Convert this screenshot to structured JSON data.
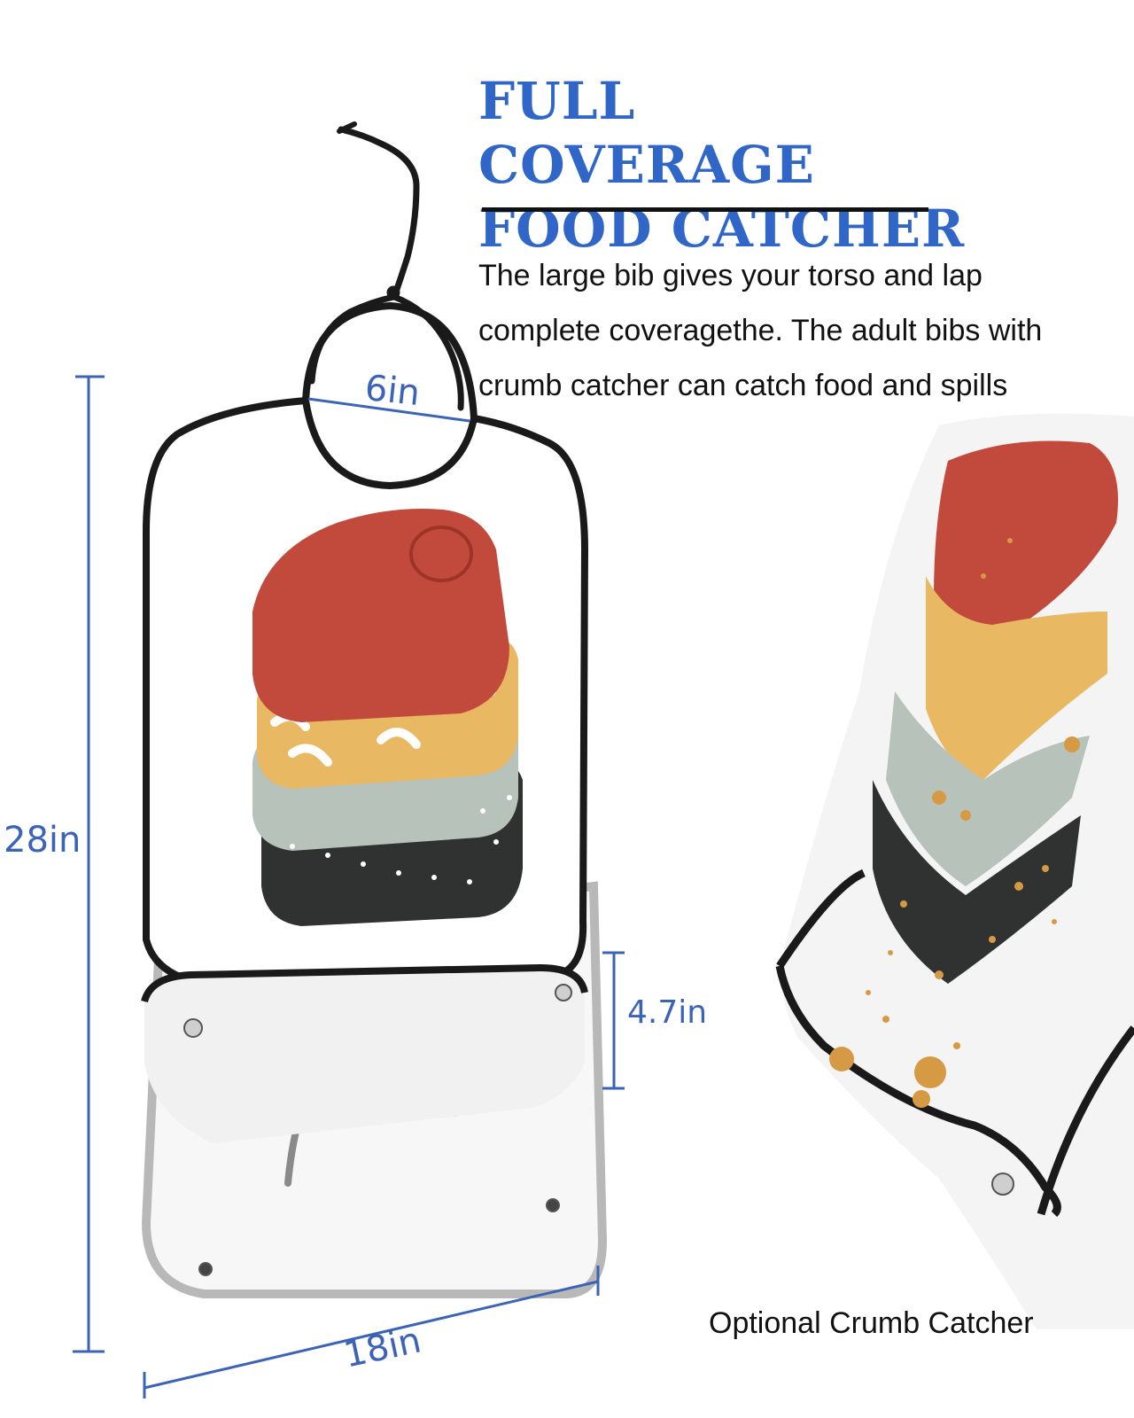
{
  "heading": {
    "line1": "FULL COVERAGE",
    "line2": "FOOD CATCHER"
  },
  "description": {
    "line1": "The large bib gives your torso and lap",
    "line2": "complete coveragethe. The adult bibs with",
    "line3": "crumb catcher can catch food and spills"
  },
  "dimensions": {
    "neck": "6in",
    "length": "28in",
    "pocket": "4.7in",
    "width": "18in"
  },
  "caption": "Optional Crumb Catcher",
  "colors": {
    "heading": "#2f66c8",
    "dimension_lines": "#3b63b7",
    "sweater_red": "#c24a3c",
    "knit_mustard": "#e8b862",
    "plaid_sage": "#b7c2bb",
    "dotted_charcoal": "#2f3230",
    "binding": "#1a1a1a"
  }
}
